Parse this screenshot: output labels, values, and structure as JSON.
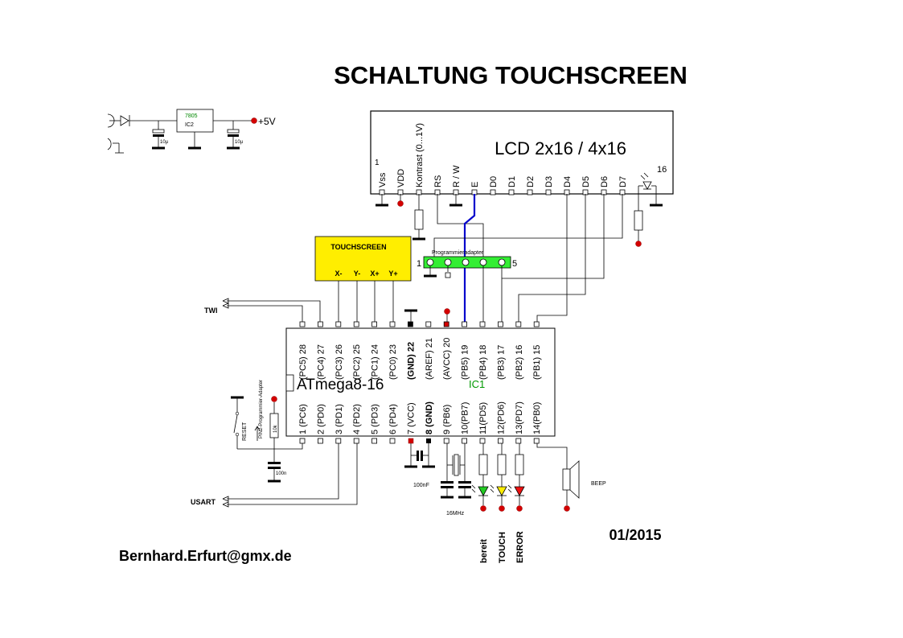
{
  "title": "SCHALTUNG TOUCHSCREEN",
  "date": "01/2015",
  "author": "Bernhard.Erfurt@gmx.de",
  "colors": {
    "supply_dot": "#d40000",
    "touch_box": "#ffee00",
    "adapter": "#33ee33",
    "wire_e": "#0000cc",
    "ic1_label": "#009900"
  },
  "power": {
    "regulator": "7805",
    "regulator_ref": "IC2",
    "cap_in": "10µ",
    "cap_out": "10µ",
    "supply": "+5V"
  },
  "lcd": {
    "title": "LCD 2x16 / 4x16",
    "pin_first": "1",
    "pin_last": "16",
    "pins": [
      "Vss",
      "VDD",
      "Kontrast (0...1V)",
      "RS",
      "R / W",
      "E",
      "D0",
      "D1",
      "D2",
      "D3",
      "D4",
      "D5",
      "D6",
      "D7"
    ]
  },
  "touchscreen": {
    "title": "TOUCHSCREEN",
    "pins": [
      "X-",
      "Y-",
      "X+",
      "Y+"
    ]
  },
  "adapter": {
    "title": "Programmieradapter",
    "pin_first": "1",
    "pin_last": "5"
  },
  "mcu": {
    "name": "ATmega8-16",
    "ref": "IC1",
    "top_pins": [
      "(PC5) 28",
      "(PC4) 27",
      "(PC3) 26",
      "(PC2) 25",
      "(PC1) 24",
      "(PC0) 23",
      "(GND) 22",
      "(AREF) 21",
      "(AVCC) 20",
      "(PB5) 19",
      "(PB4) 18",
      "(PB3) 17",
      "(PB2) 16",
      "(PB1) 15"
    ],
    "bottom_pins": [
      "1 (PC6)",
      "2 (PD0)",
      "3 (PD1)",
      "4 (PD2)",
      "5 (PD3)",
      "6 (PD4)",
      "7 (VCC)",
      "8 (GND)",
      "9 (PB6)",
      "10(PB7)",
      "11(PD5)",
      "12(PD6)",
      "13(PD7)",
      "14(PB0)"
    ]
  },
  "labels": {
    "twi": "TWI",
    "usart": "USART",
    "reset": "RESET",
    "pin2": "PIN2-Programmier-Adapter",
    "r_reset": "10k",
    "c_reset": "100n",
    "c_vcc": "100nF",
    "crystal": "16MHz",
    "beep": "BEEP"
  },
  "leds": [
    "bereit",
    "TOUCH",
    "ERROR"
  ],
  "led_colors": [
    "#22cc22",
    "#ffee00",
    "#ee1111"
  ]
}
